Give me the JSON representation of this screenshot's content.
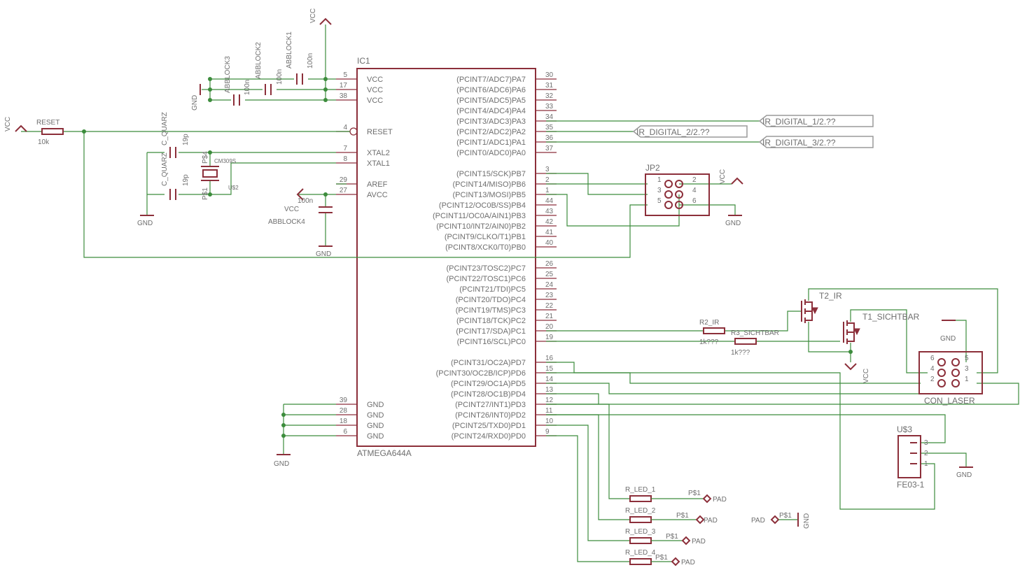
{
  "chip": {
    "name": "IC1",
    "value": "ATMEGA644A",
    "left_pins": [
      {
        "num": "5",
        "name": "VCC"
      },
      {
        "num": "17",
        "name": "VCC"
      },
      {
        "num": "38",
        "name": "VCC"
      },
      {
        "num": "4",
        "name": "RESET"
      },
      {
        "num": "7",
        "name": "XTAL2"
      },
      {
        "num": "8",
        "name": "XTAL1"
      },
      {
        "num": "29",
        "name": "AREF"
      },
      {
        "num": "27",
        "name": "AVCC"
      },
      {
        "num": "39",
        "name": "GND"
      },
      {
        "num": "28",
        "name": "GND"
      },
      {
        "num": "18",
        "name": "GND"
      },
      {
        "num": "6",
        "name": "GND"
      }
    ],
    "right_pins": [
      {
        "num": "30",
        "name": "(PCINT7/ADC7)PA7"
      },
      {
        "num": "31",
        "name": "(PCINT6/ADC6)PA6"
      },
      {
        "num": "32",
        "name": "(PCINT5/ADC5)PA5"
      },
      {
        "num": "33",
        "name": "(PCINT4/ADC4)PA4"
      },
      {
        "num": "34",
        "name": "(PCINT3/ADC3)PA3"
      },
      {
        "num": "35",
        "name": "(PCINT2/ADC2)PA2"
      },
      {
        "num": "36",
        "name": "(PCINT1/ADC1)PA1"
      },
      {
        "num": "37",
        "name": "(PCINT0/ADC0)PA0"
      },
      {
        "num": "3",
        "name": "(PCINT15/SCK)PB7"
      },
      {
        "num": "2",
        "name": "(PCINT14/MISO)PB6"
      },
      {
        "num": "1",
        "name": "(PCINT13/MOSI)PB5"
      },
      {
        "num": "44",
        "name": "(PCINT12/OC0B/SS)PB4"
      },
      {
        "num": "43",
        "name": "(PCINT11/OC0A/AIN1)PB3"
      },
      {
        "num": "42",
        "name": "(PCINT10/INT2/AIN0)PB2"
      },
      {
        "num": "41",
        "name": "(PCINT9/CLKO/T1)PB1"
      },
      {
        "num": "40",
        "name": "(PCINT8/XCK0/T0)PB0"
      },
      {
        "num": "26",
        "name": "(PCINT23/TOSC2)PC7"
      },
      {
        "num": "25",
        "name": "(PCINT22/TOSC1)PC6"
      },
      {
        "num": "24",
        "name": "(PCINT21/TDI)PC5"
      },
      {
        "num": "23",
        "name": "(PCINT20/TDO)PC4"
      },
      {
        "num": "22",
        "name": "(PCINT19/TMS)PC3"
      },
      {
        "num": "21",
        "name": "(PCINT18/TCK)PC2"
      },
      {
        "num": "20",
        "name": "(PCINT17/SDA)PC1"
      },
      {
        "num": "19",
        "name": "(PCINT16/SCL)PC0"
      },
      {
        "num": "16",
        "name": "(PCINT31/OC2A)PD7"
      },
      {
        "num": "15",
        "name": "(PCINT30/OC2B/ICP)PD6"
      },
      {
        "num": "14",
        "name": "(PCINT29/OC1A)PD5"
      },
      {
        "num": "13",
        "name": "(PCINT28/OC1B)PD4"
      },
      {
        "num": "12",
        "name": "(PCINT27/INT1)PD3"
      },
      {
        "num": "11",
        "name": "(PCINT26/INT0)PD2"
      },
      {
        "num": "10",
        "name": "(PCINT25/TXD0)PD1"
      },
      {
        "num": "9",
        "name": "(PCINT24/RXD0)PD0"
      }
    ]
  },
  "labels": {
    "vcc": "VCC",
    "gnd": "GND",
    "reset_name": "RESET",
    "reset_value": "10k",
    "ablock1": "ABBLOCK1",
    "ablock2": "ABBLOCK2",
    "ablock3": "ABBLOCK3",
    "ablock4": "ABBLOCK4",
    "cap_100n": "100n",
    "cap_19p": "19p",
    "c_quarz": "C_QUARZ",
    "quartz_name": "CM309S",
    "quartz_pin1": "P$1",
    "quartz_pin4": "P$4",
    "quartz_part": "U$2",
    "ir_digital_1": "IR_DIGITAL_1/2.??",
    "ir_digital_2": "IR_DIGITAL_2/2.??",
    "ir_digital_3": "IR_DIGITAL_3/2.??",
    "jp2": "JP2",
    "jp2_pins": [
      "1",
      "2",
      "3",
      "4",
      "5",
      "6"
    ],
    "t2": "T2_IR",
    "t1": "T1_SICHTBAR",
    "r2": "R2_IR",
    "r3": "R3_SICHTBAR",
    "r_value": "1k???",
    "con_laser": "CON_LASER",
    "con_pins": [
      "6",
      "5",
      "4",
      "3",
      "2",
      "1"
    ],
    "u3": "U$3",
    "fe03": "FE03-1",
    "fe03_pins": [
      "3",
      "2",
      "1"
    ],
    "r_led_1": "R_LED_1",
    "r_led_2": "R_LED_2",
    "r_led_3": "R_LED_3",
    "r_led_4": "R_LED_4",
    "pad": "PAD",
    "pad_pin": "P$1"
  },
  "colors": {
    "wire": "#3c8c3c",
    "part": "#8c2f3a",
    "label": "#6e6e6e",
    "background": "#ffffff"
  }
}
